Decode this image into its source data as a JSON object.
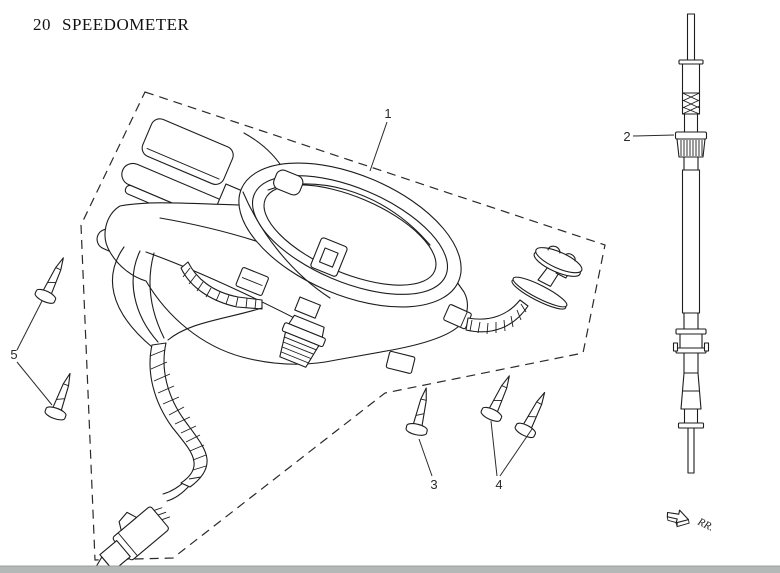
{
  "page": {
    "part_number": "20",
    "part_title": "SPEEDOMETER"
  },
  "callouts": [
    {
      "ref": "1"
    },
    {
      "ref": "2"
    },
    {
      "ref": "3"
    },
    {
      "ref": "4"
    },
    {
      "ref": "5"
    }
  ],
  "direction_indicator": {
    "label": "RR."
  },
  "colors": {
    "line": "#1d1d1d",
    "background": "#ffffff",
    "footer_bar": "#b4b8b7"
  }
}
